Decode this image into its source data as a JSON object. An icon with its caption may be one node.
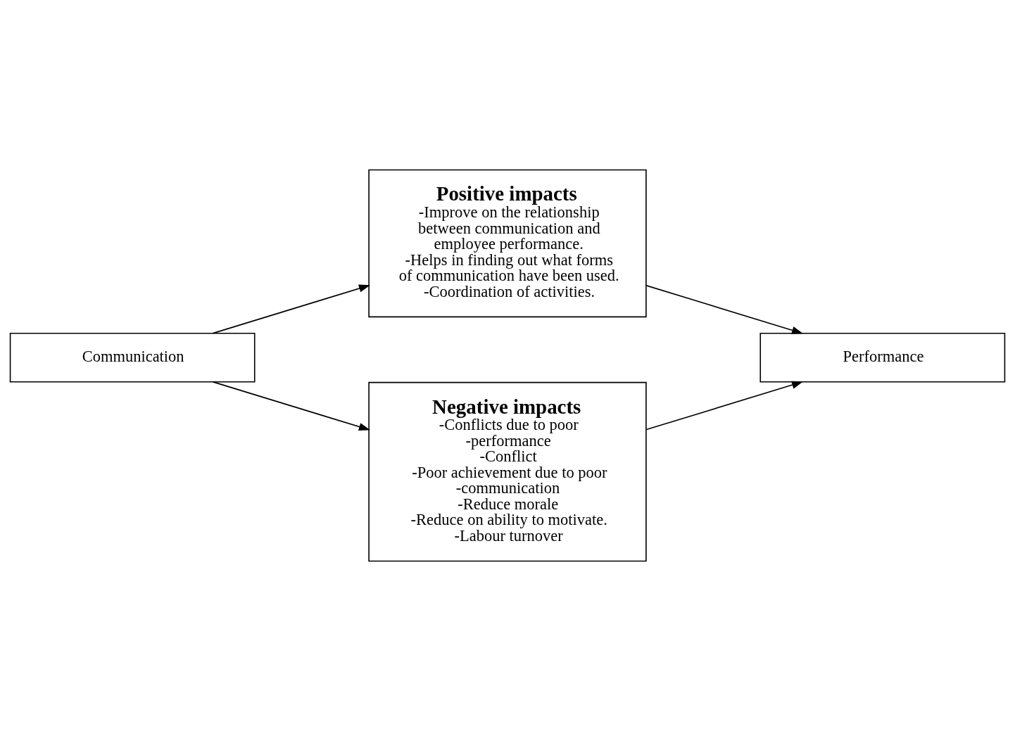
{
  "diagram": {
    "nodes": [
      {
        "text": [
          "Communication"
        ]
      },
      {
        "text": [
          "Positive impacts",
          "-Improve on the relationship between communication and employee performance.",
          "-Helps in finding out what forms of communication have been used.",
          "-Coordination of activities."
        ]
      },
      {
        "text": [
          "Negative impacts",
          "-Conflicts due to poor",
          "-performance",
          "-Conflict",
          "-Poor achievement due to poor",
          "-communication",
          "-Reduce morale",
          "-Reduce on ability to motivate.",
          "-Labour turnover"
        ]
      },
      {
        "text": [
          "Performance"
        ]
      }
    ],
    "edges": [
      {
        "from": 0,
        "to": 1,
        "arrow": "to"
      },
      {
        "from": 1,
        "to": 3,
        "arrow": "to"
      },
      {
        "from": 0,
        "to": 2,
        "arrow": "to"
      },
      {
        "from": 2,
        "to": 3,
        "arrow": "to"
      }
    ]
  }
}
